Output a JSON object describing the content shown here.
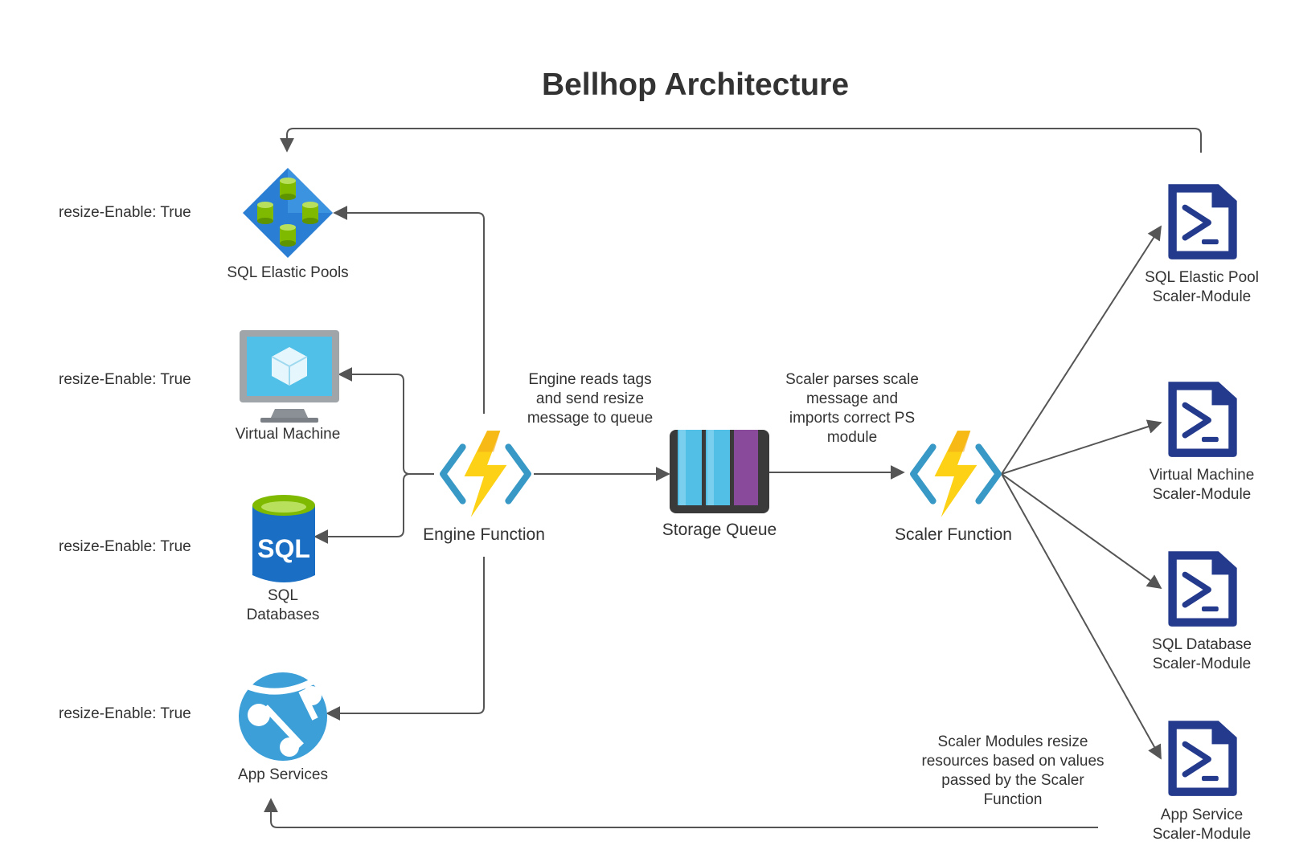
{
  "title": "Bellhop Architecture",
  "tags": [
    "resize-Enable: True",
    "resize-Enable: True",
    "resize-Enable: True",
    "resize-Enable: True"
  ],
  "resources": {
    "sql_elastic_pools": "SQL Elastic Pools",
    "virtual_machine": "Virtual Machine",
    "sql_databases_line1": "SQL",
    "sql_databases_line2": "Databases",
    "app_services": "App Services"
  },
  "engine_function": "Engine Function",
  "storage_queue": "Storage Queue",
  "scaler_function": "Scaler Function",
  "notes": {
    "engine_note": [
      "Engine reads tags",
      "and send resize",
      "message to queue"
    ],
    "scaler_note": [
      "Scaler parses scale",
      "message and",
      "imports correct PS",
      "module"
    ],
    "modules_note": [
      "Scaler Modules resize",
      "resources based on values",
      "passed by the Scaler",
      "Function"
    ]
  },
  "modules": [
    [
      "SQL Elastic Pool",
      "Scaler-Module"
    ],
    [
      "Virtual Machine",
      "Scaler-Module"
    ],
    [
      "SQL Database",
      "Scaler-Module"
    ],
    [
      "App Service",
      "Scaler-Module"
    ]
  ],
  "colors": {
    "arrow": "#555555",
    "powershell_navy": "#243a8c",
    "function_blue": "#3999c6",
    "function_bolt": "#fcd116",
    "queue_purple": "#8a4a9c"
  },
  "icons": [
    "sql-elastic-pool-icon",
    "virtual-machine-icon",
    "sql-database-icon",
    "app-service-icon",
    "azure-function-icon",
    "storage-queue-icon",
    "powershell-script-icon"
  ]
}
